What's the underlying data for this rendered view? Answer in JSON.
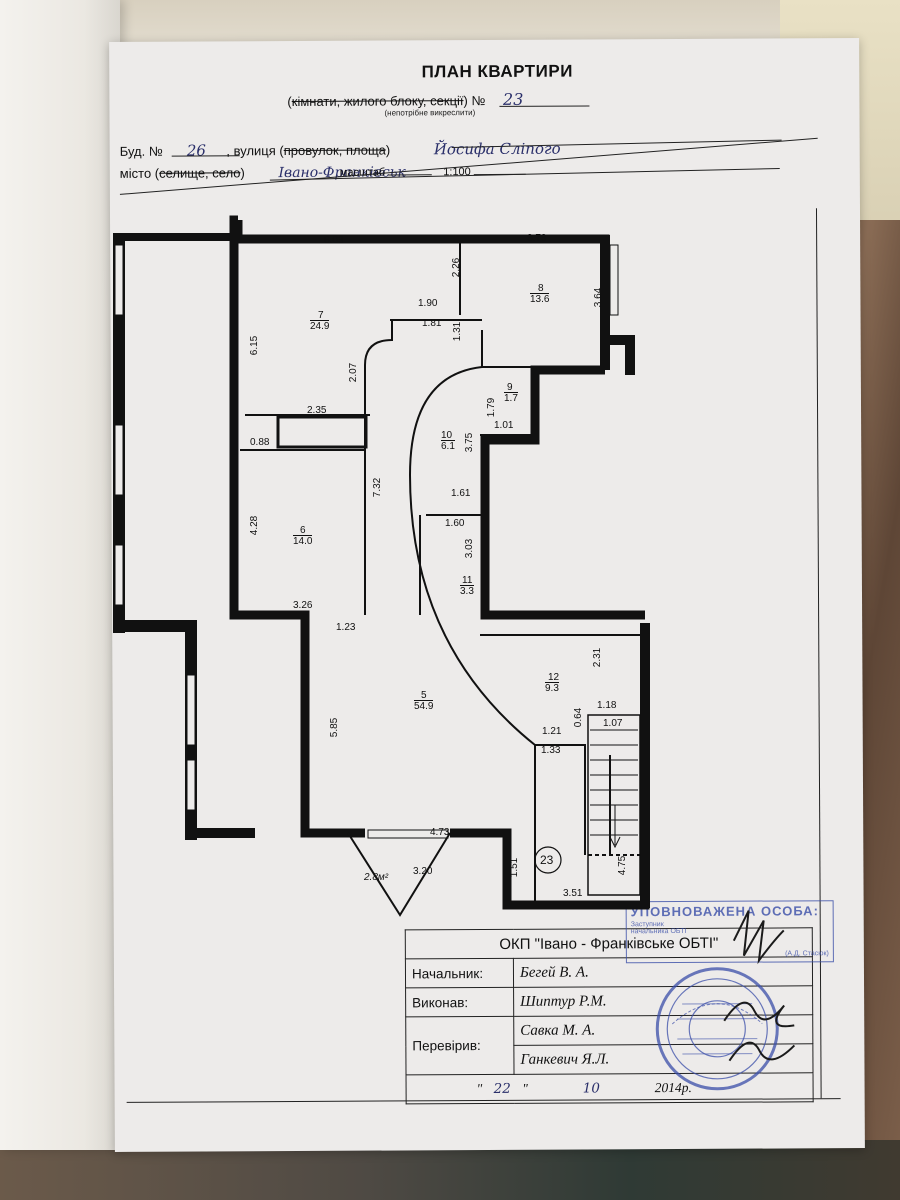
{
  "document": {
    "title": "ПЛАН КВАРТИРИ",
    "unit_line": {
      "prefix": "(",
      "struck": "кімнати, жилого блоку, секції",
      "suffix": ") №",
      "number": "23"
    },
    "note": "(непотрібне викреслити)",
    "building": {
      "label": "Буд. №",
      "value": "26",
      "street_label": ", вулиця (",
      "street_struck": "провулок, площа",
      "street_close": ")",
      "street_value": "Йосифа Сліпого"
    },
    "city": {
      "label": "місто (",
      "struck": "селище, село",
      "close": ")",
      "value": "Івано-Франківськ"
    },
    "scale": {
      "label": "масштаб",
      "value": "1:100"
    }
  },
  "plan": {
    "apartment_number": "23",
    "terrace_area": "2.8м²",
    "rooms": [
      {
        "number": "7",
        "area": "24.9"
      },
      {
        "number": "8",
        "area": "13.6"
      },
      {
        "number": "9",
        "area": "1.7"
      },
      {
        "number": "10",
        "area": "6.1"
      },
      {
        "number": "6",
        "area": "14.0"
      },
      {
        "number": "11",
        "area": "3.3"
      },
      {
        "number": "5",
        "area": "54.9"
      },
      {
        "number": "12",
        "area": "9.3"
      }
    ],
    "dimensions": [
      "6.03",
      "3.73",
      "2.26",
      "3.64",
      "6.15",
      "1.90",
      "1.81",
      "1.31",
      "2.07",
      "1.79",
      "1.01",
      "3.75",
      "2.35",
      "0.88",
      "7.32",
      "1.61",
      "4.28",
      "1.60",
      "3.03",
      "3.26",
      "1.23",
      "2.31",
      "5.85",
      "1.18",
      "1.07",
      "0.64",
      "1.21",
      "1.33",
      "4.73",
      "3.20",
      "1.51",
      "4.75",
      "3.51"
    ]
  },
  "info": {
    "org": "ОКП \"Івано - Франківське ОБТІ\"",
    "rows": [
      {
        "label": "Начальник:",
        "value": "Бегей В. А."
      },
      {
        "label": "Виконав:",
        "value": "Шиптур Р.М."
      },
      {
        "label": "Перевірив:",
        "value": "Савка М. А."
      },
      {
        "label": "",
        "value": "Ганкевич Я.Л."
      }
    ],
    "date": {
      "quote_open": "\"",
      "day": "22",
      "quote_close": "\"",
      "month": "10",
      "year": "2014р."
    }
  },
  "stamp": {
    "header": "УПОВНОВАЖЕНА ОСОБА:",
    "small1": "Заступник",
    "small2": "начальника ОБТІ",
    "name": "(А.Д. Стасюк)"
  },
  "colors": {
    "ink": "#111111",
    "stamp_blue": "#3a4ea8",
    "handwriting": "#2a2f6a"
  }
}
